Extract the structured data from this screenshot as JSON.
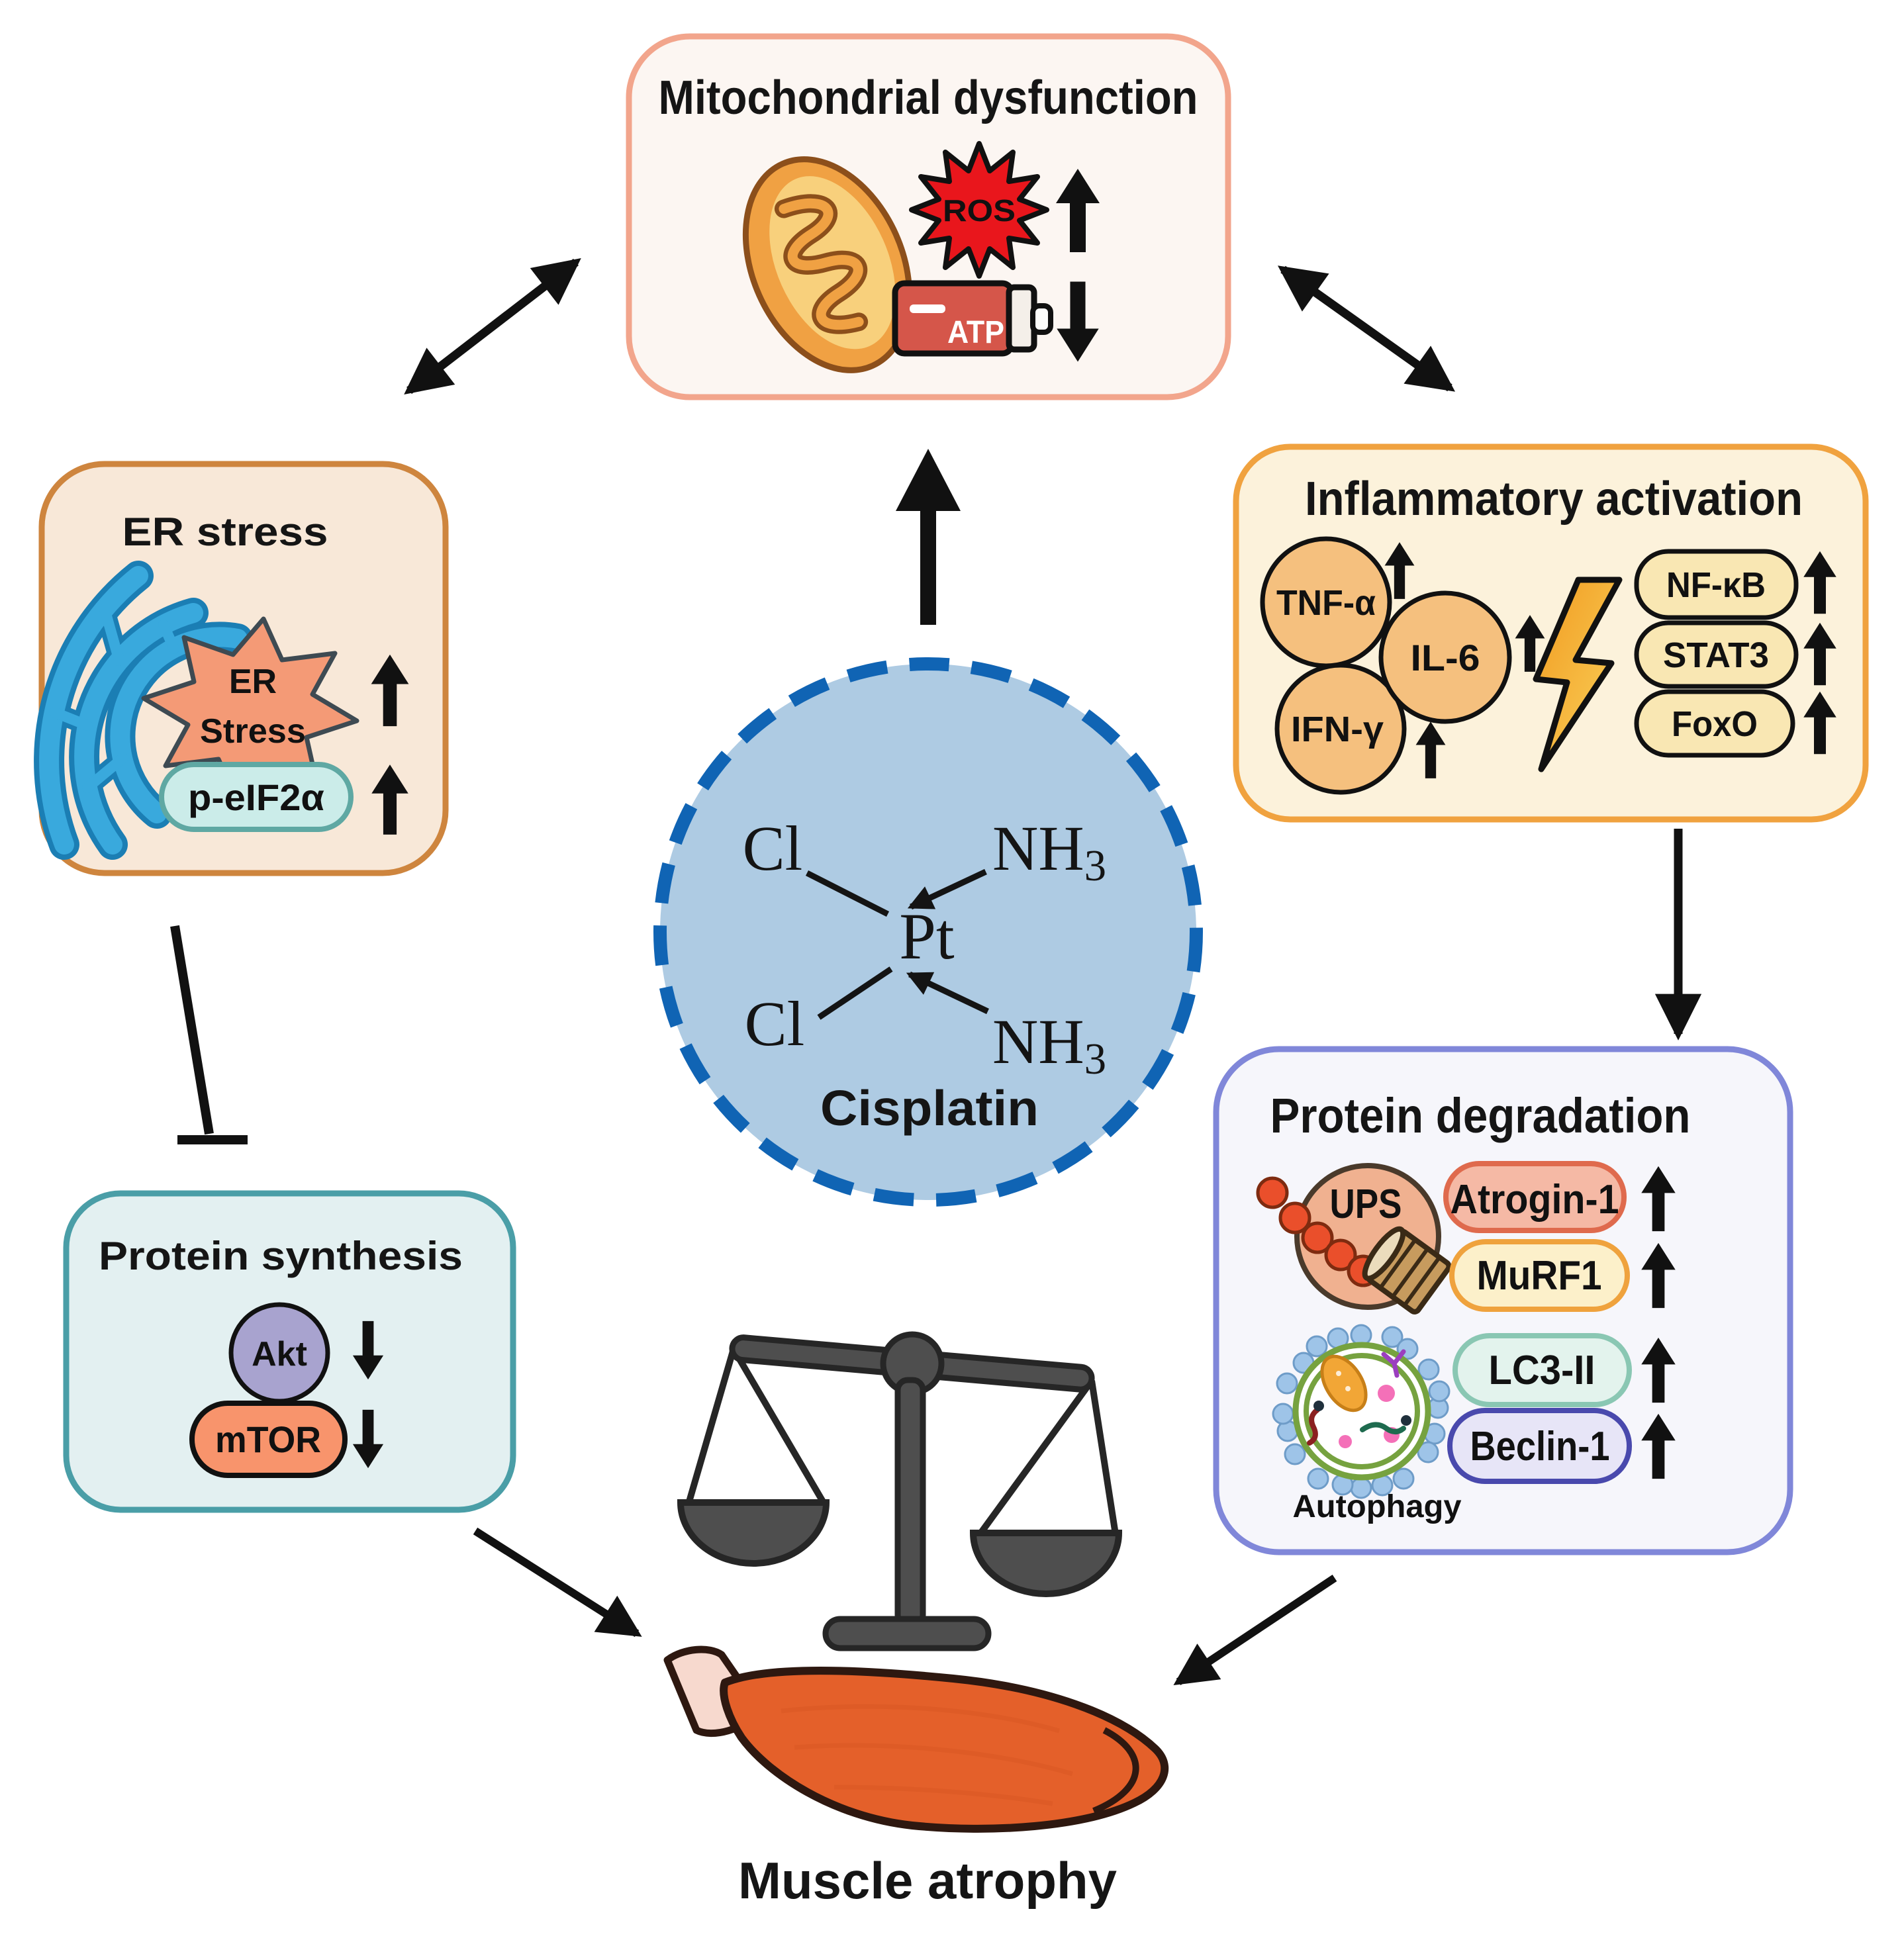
{
  "figure": {
    "background": "#ffffff",
    "arrow_color": "#111111",
    "nodes": {
      "mitochondrial_dysfunction": {
        "title": "Mitochondrial dysfunction",
        "fill": "#fcf6f2",
        "border": "#f2a58c",
        "ros_label": "ROS",
        "ros_color": "#e9161c",
        "atp_label": "ATP",
        "battery_color": "#d5564a",
        "icons": [
          "mitochondrion-icon",
          "ros-burst-icon",
          "battery-icon",
          "up-arrow-icon",
          "down-arrow-icon"
        ]
      },
      "er_stress": {
        "title": "ER stress",
        "fill": "#f8e8d8",
        "border": "#ce853e",
        "star_label_line1": "ER",
        "star_label_line2": "Stress",
        "star_fill": "#f49a76",
        "pill_label": "p-eIF2α",
        "pill_fill": "#cbece9",
        "pill_border": "#5fa8a3",
        "er_color": "#39a9dd",
        "icons": [
          "endoplasmic-reticulum-icon",
          "star-burst-icon",
          "up-arrow-icon",
          "up-arrow-icon"
        ]
      },
      "inflammatory_activation": {
        "title": "Inflammatory activation",
        "fill": "#fcf2db",
        "border": "#f0a23f",
        "cytokines": [
          "TNF-α",
          "IL-6",
          "IFN-γ"
        ],
        "cytokine_fill": "#f5c07e",
        "factors": [
          "NF-κB",
          "STAT3",
          "FoxO"
        ],
        "factor_fill": "#f9e7b3",
        "icons": [
          "lightning-bolt-icon",
          "up-arrow-icon"
        ]
      },
      "cisplatin": {
        "label": "Cisplatin",
        "pt": "Pt",
        "cl_top": "Cl",
        "cl_bottom": "Cl",
        "nh_base": "NH",
        "nh_sub": "3",
        "fill": "#aecbe3",
        "border": "#1064b4"
      },
      "protein_synthesis": {
        "title": "Protein synthesis",
        "fill": "#e3f0f1",
        "border": "#4a9ea7",
        "akt_label": "Akt",
        "akt_fill": "#a8a3cf",
        "mtor_label": "mTOR",
        "mtor_fill": "#f8946c",
        "icons": [
          "down-arrow-icon",
          "down-arrow-icon"
        ]
      },
      "protein_degradation": {
        "title": "Protein degradation",
        "fill": "#f6f6fb",
        "border": "#8087d9",
        "ups_label": "UPS",
        "ups_fill": "#f0b190",
        "autophagy_label": "Autophagy",
        "pills": [
          "Atrogin-1",
          "MuRF1",
          "LC3-II",
          "Beclin-1"
        ],
        "pill_fills": [
          "#f5b9a5",
          "#fcf0ca",
          "#e3f3ed",
          "#e7e5f7"
        ],
        "pill_borders": [
          "#df6a4d",
          "#efa23d",
          "#8ac7b3",
          "#4949ad"
        ],
        "icons": [
          "proteasome-icon",
          "autophagosome-icon",
          "up-arrow-icon"
        ]
      },
      "muscle_atrophy": {
        "label": "Muscle atrophy",
        "icons": [
          "balance-scale-icon",
          "muscle-icon"
        ]
      }
    },
    "edges": [
      {
        "from": "cisplatin",
        "to": "mitochondrial_dysfunction",
        "type": "activation"
      },
      {
        "from": "mitochondrial_dysfunction",
        "to": "er_stress",
        "type": "bidirectional"
      },
      {
        "from": "mitochondrial_dysfunction",
        "to": "inflammatory_activation",
        "type": "bidirectional"
      },
      {
        "from": "er_stress",
        "to": "protein_synthesis",
        "type": "inhibition"
      },
      {
        "from": "inflammatory_activation",
        "to": "protein_degradation",
        "type": "activation"
      },
      {
        "from": "protein_synthesis",
        "to": "muscle_atrophy",
        "type": "activation"
      },
      {
        "from": "protein_degradation",
        "to": "muscle_atrophy",
        "type": "activation"
      }
    ]
  }
}
